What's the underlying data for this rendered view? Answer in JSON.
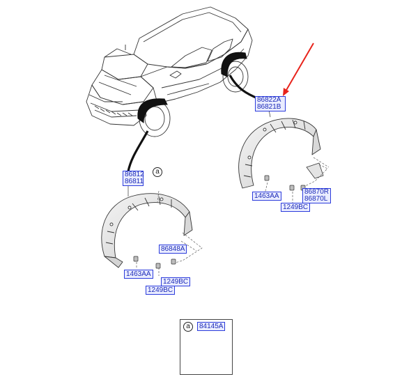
{
  "callouts": {
    "rear_upper": "86822A",
    "rear_lower": "86821B",
    "front_upper": "86812",
    "front_lower": "86811",
    "front_clip_1463": "1463AA",
    "front_stud_86848": "86848A",
    "front_bolt_1249a": "1249BC",
    "front_bolt_1249b": "1249BC",
    "rear_clip_1463": "1463AA",
    "rear_flap_r": "86870R",
    "rear_flap_l": "86870L",
    "rear_bolt_1249": "1249BC",
    "detail_part": "84145A"
  },
  "markers": {
    "front_ref": "a",
    "detail_ref": "a"
  },
  "colors": {
    "callout_border": "#2b3bdc",
    "callout_fill": "#e9ecff",
    "arrow": "#e8231b",
    "line_art": "#333333",
    "part_fill": "#e6e6e6"
  }
}
